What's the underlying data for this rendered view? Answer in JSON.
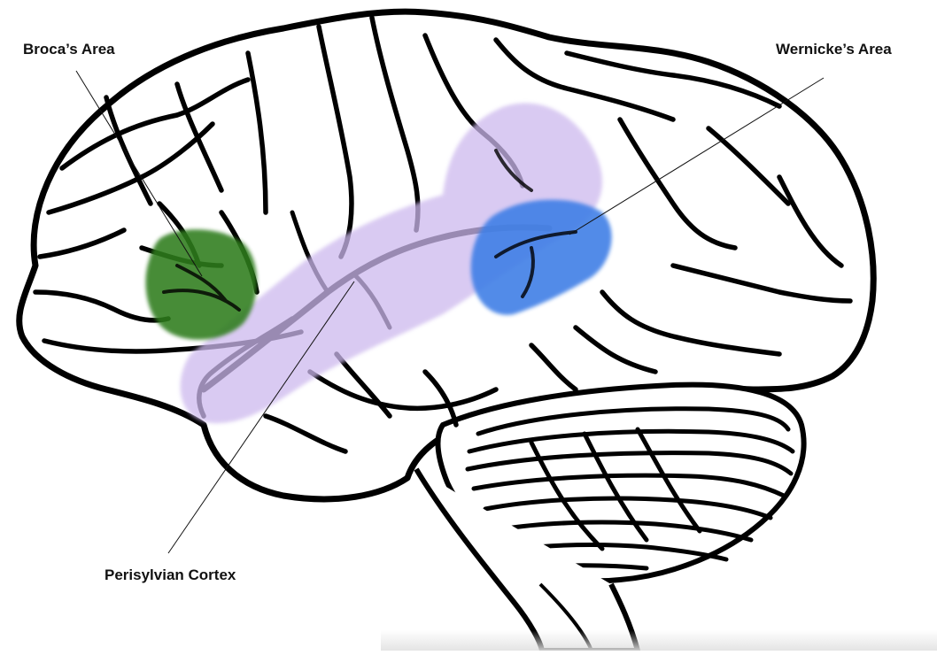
{
  "labels": {
    "broca": "Broca’s Area",
    "wernicke": "Wernicke’s Area",
    "perisylvian": "Perisylvian Cortex"
  },
  "colors": {
    "broca_region": "#2e7d1f",
    "wernicke_region": "#3f7fe6",
    "perisylvian_region": "#cdb9ee",
    "outline": "#000000",
    "leader_line": "#111111",
    "background": "#ffffff"
  },
  "icons": {
    "brain": "brain-lateral-view-illustration"
  }
}
